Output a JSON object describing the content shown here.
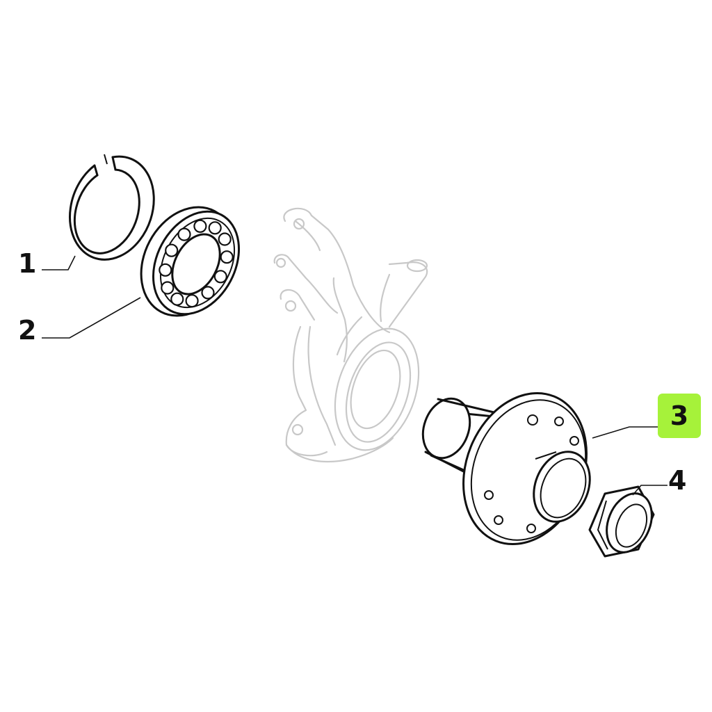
{
  "callouts": {
    "item1": "1",
    "item2": "2",
    "item3": "3",
    "item4": "4"
  },
  "highlight": {
    "item": "3",
    "color": "#a6f23a"
  },
  "parts": [
    {
      "name": "snap-ring-icon"
    },
    {
      "name": "wheel-bearing-icon"
    },
    {
      "name": "steering-knuckle-icon"
    },
    {
      "name": "wheel-hub-icon"
    },
    {
      "name": "hub-nut-icon"
    }
  ]
}
